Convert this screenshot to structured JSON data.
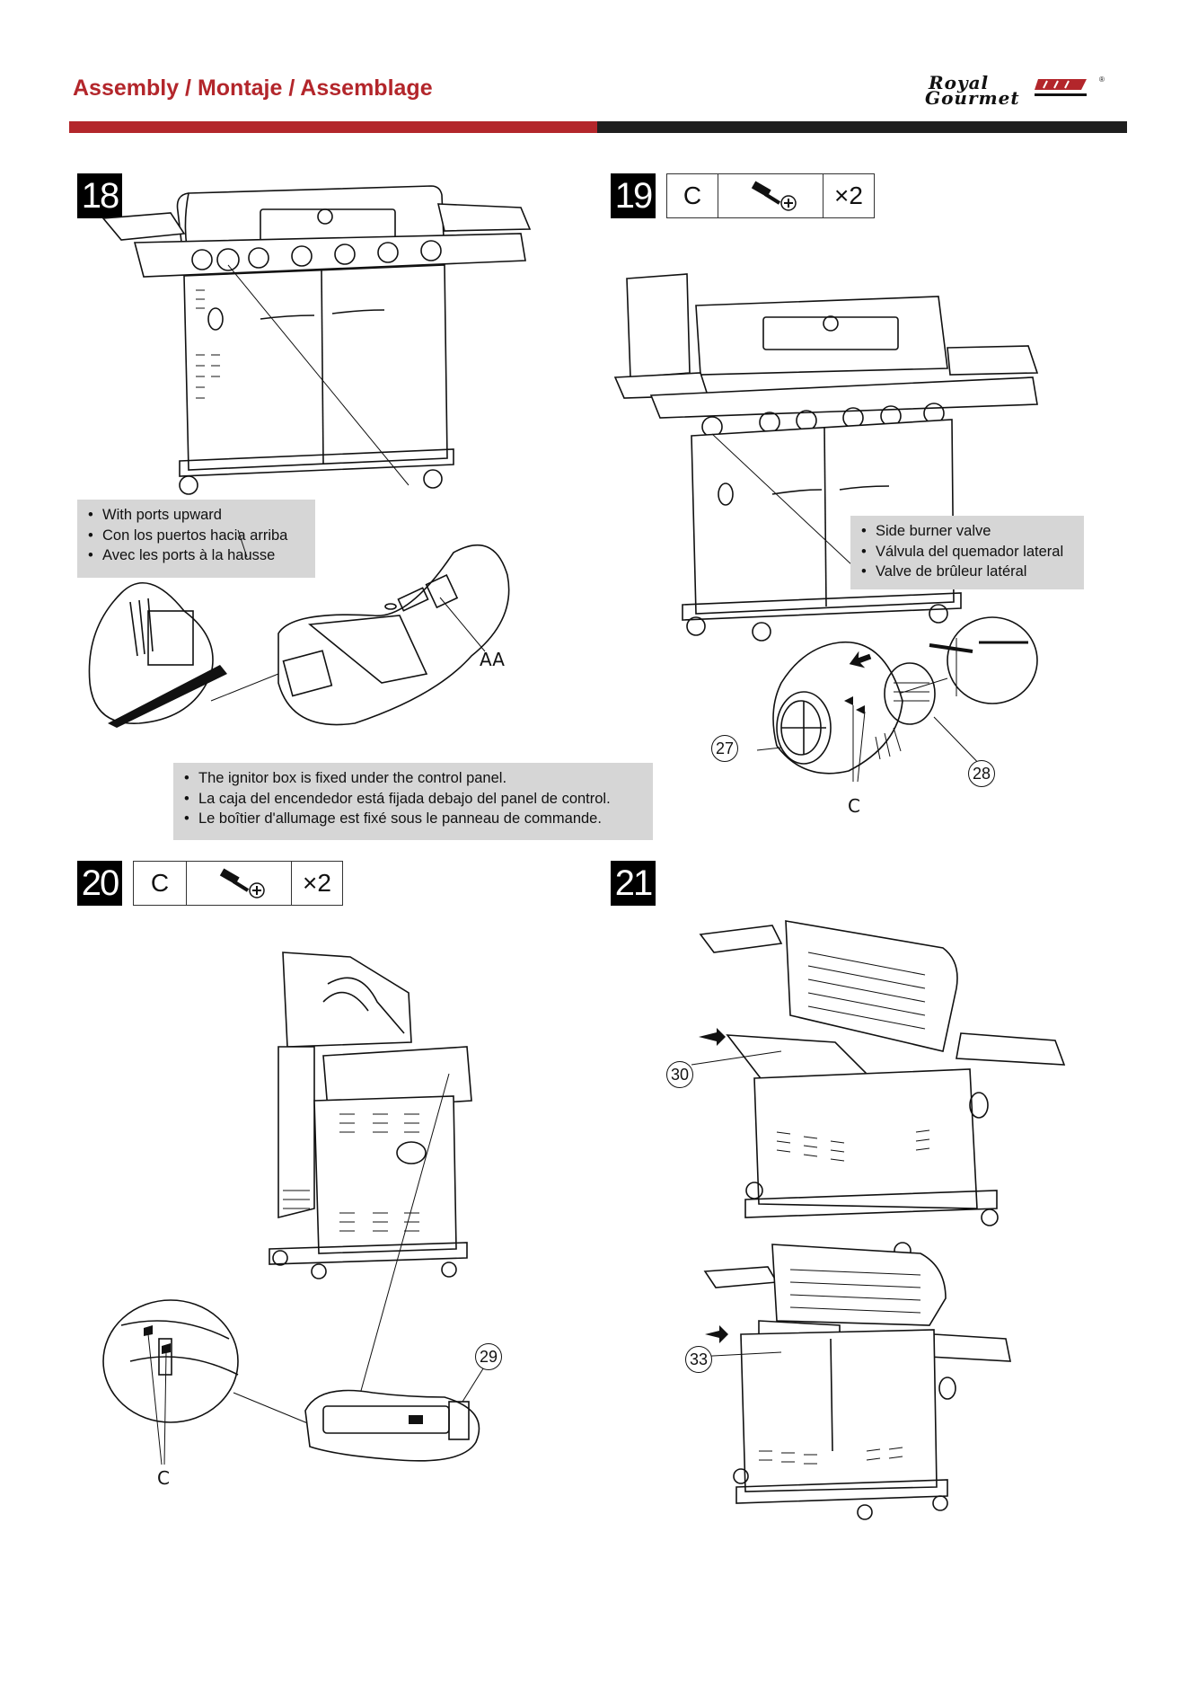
{
  "header": {
    "title": "Assembly / Montaje / Assemblage",
    "logo_line1": "Royal",
    "logo_line2": "Gourmet",
    "logo_mark": "®"
  },
  "steps": [
    {
      "number": "18",
      "note_ports": [
        "With ports upward",
        "Con los puertos hacia arriba",
        "Avec les ports à la hausse"
      ],
      "note_ignitor": [
        "The ignitor box is fixed under the control panel.",
        "La caja del encendedor está fijada debajo del panel de control.",
        "Le boîtier d'allumage est fixé sous le panneau de commande."
      ],
      "label": "AA"
    },
    {
      "number": "19",
      "part_letter": "C",
      "part_icon": "screw-icon",
      "part_qty": "×2",
      "note": [
        "Side burner valve",
        "Válvula del quemador lateral",
        "Valve de brûleur latéral"
      ],
      "callouts": [
        "27",
        "28"
      ],
      "label": "C"
    },
    {
      "number": "20",
      "part_letter": "C",
      "part_icon": "screw-icon",
      "part_qty": "×2",
      "callouts": [
        "29"
      ],
      "label": "C"
    },
    {
      "number": "21",
      "callouts": [
        "30",
        "33"
      ]
    }
  ],
  "colors": {
    "accent": "#b3262b",
    "dark_bar": "#1f1f1f",
    "note_bg": "#d6d6d6"
  }
}
